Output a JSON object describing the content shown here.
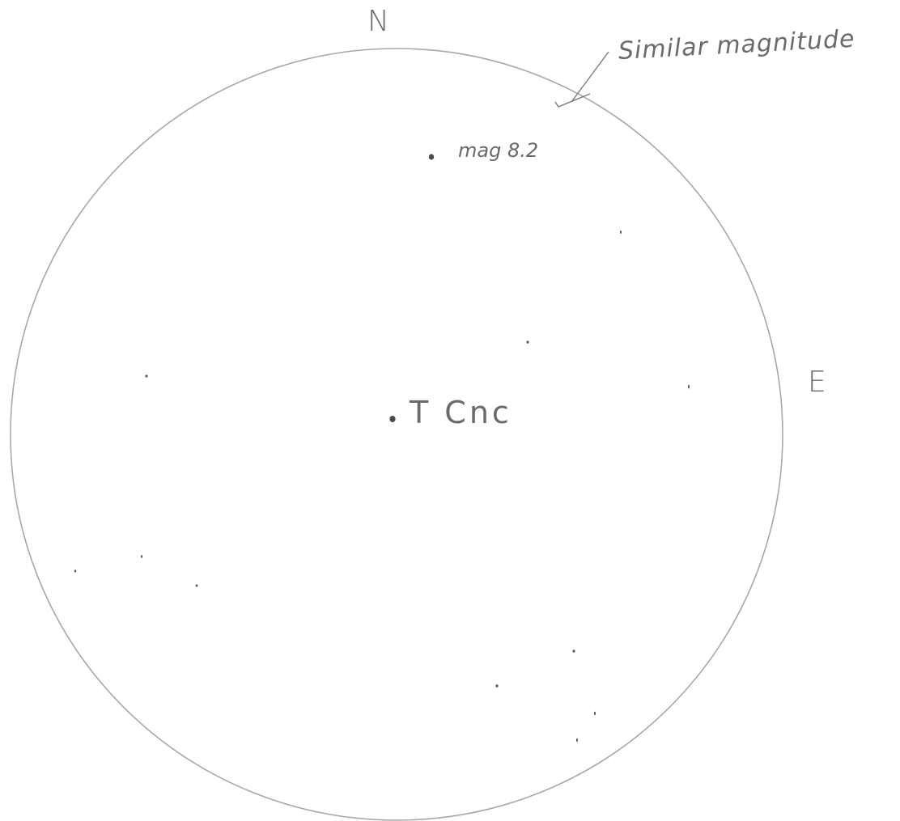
{
  "sketch": {
    "compass": {
      "north": "N",
      "east": "E"
    },
    "annotations": {
      "similar_magnitude": "Similar magnitude",
      "comparison_star": "mag 8.2",
      "target_star": "T Cnc"
    },
    "colors": {
      "circle": "#a8a8a8",
      "ink": "#6e6e6e",
      "star": "#4a4a4a"
    }
  }
}
